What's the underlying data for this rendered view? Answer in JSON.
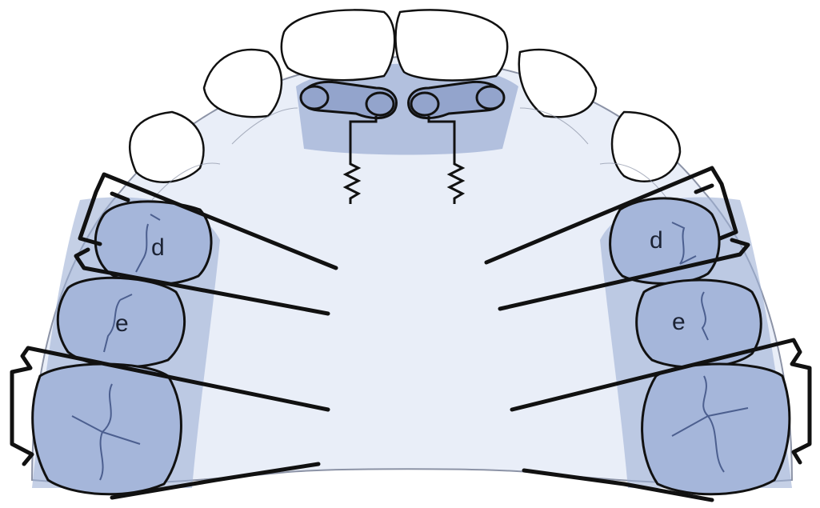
{
  "diagram": {
    "colors": {
      "background": "#ffffff",
      "plate": "#e9eef8",
      "plate_edge": "#8c93a6",
      "shade": "#9fb0d6",
      "tooth_fill": "#a5b6da",
      "front_tooth_fill": "#ffffff",
      "line": "#111111",
      "fissure": "#4c5f8f",
      "spring_fill": "#93a4cc"
    },
    "labels": {
      "left_d": "d",
      "left_e": "e",
      "right_d": "d",
      "right_e": "e"
    }
  }
}
